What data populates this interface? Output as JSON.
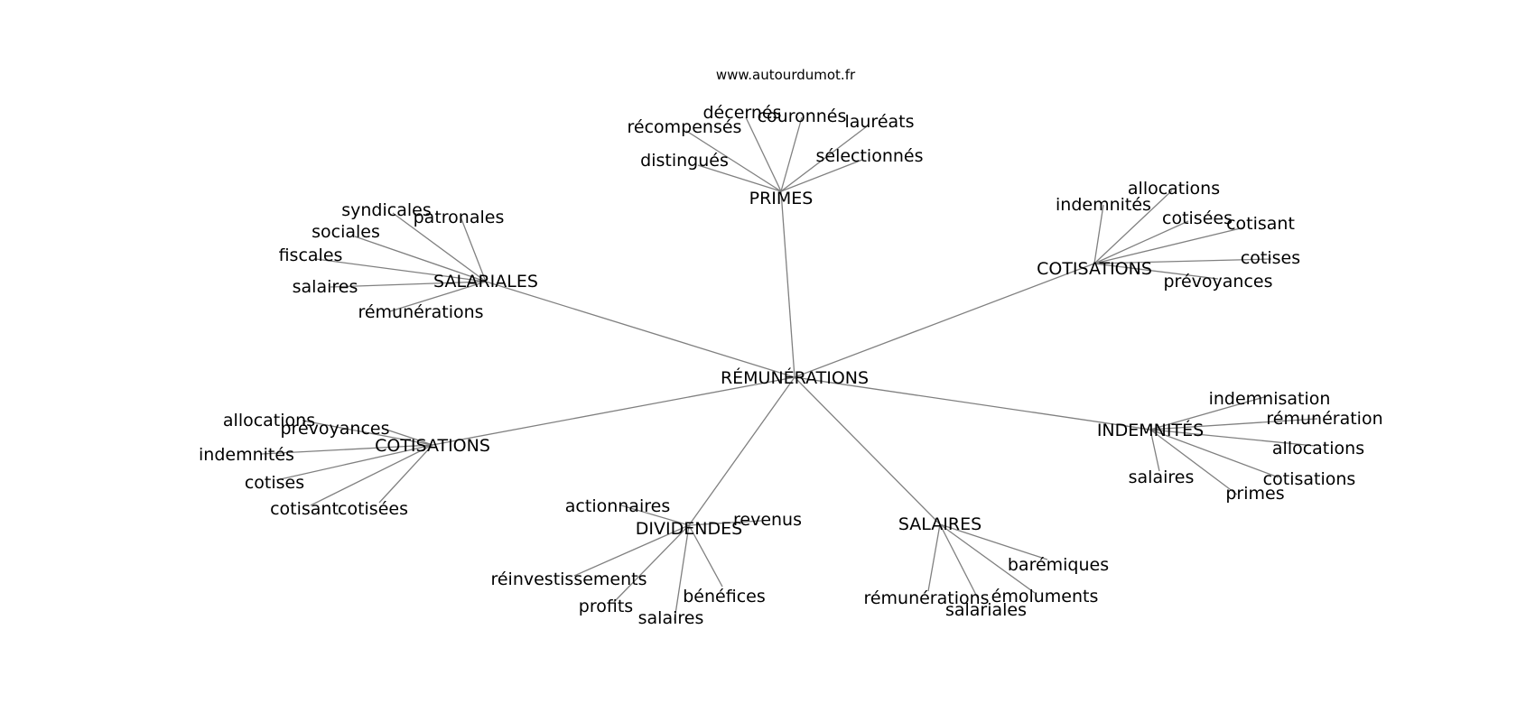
{
  "site": "www.autourdumot.fr",
  "graph": {
    "center": "RÉMUNÉRATIONS",
    "groups": [
      {
        "id": "primes",
        "label": "PRIMES",
        "words": [
          "décernés",
          "couronnés",
          "lauréats",
          "récompensés",
          "distingués",
          "sélectionnés"
        ]
      },
      {
        "id": "salariales",
        "label": "SALARIALES",
        "words": [
          "syndicales",
          "patronales",
          "sociales",
          "fiscales",
          "salaires",
          "rémunérations"
        ]
      },
      {
        "id": "cotisations-right",
        "label": "COTISATIONS",
        "words": [
          "allocations",
          "indemnités",
          "cotisées",
          "cotisant",
          "cotises",
          "prévoyances"
        ]
      },
      {
        "id": "indemnites",
        "label": "INDEMNITÉS",
        "words": [
          "indemnisation",
          "rémunération",
          "allocations",
          "cotisations",
          "salaires",
          "primes"
        ]
      },
      {
        "id": "cotisations-left",
        "label": "COTISATIONS",
        "words": [
          "allocations",
          "prévoyances",
          "indemnités",
          "cotises",
          "cotisant",
          "cotisées"
        ]
      },
      {
        "id": "dividendes",
        "label": "DIVIDENDES",
        "words": [
          "actionnaires",
          "revenus",
          "réinvestissements",
          "bénéfices",
          "profits",
          "salaires"
        ]
      },
      {
        "id": "salaires",
        "label": "SALAIRES",
        "words": [
          "barémiques",
          "émoluments",
          "rémunérations",
          "salariales"
        ]
      }
    ]
  }
}
